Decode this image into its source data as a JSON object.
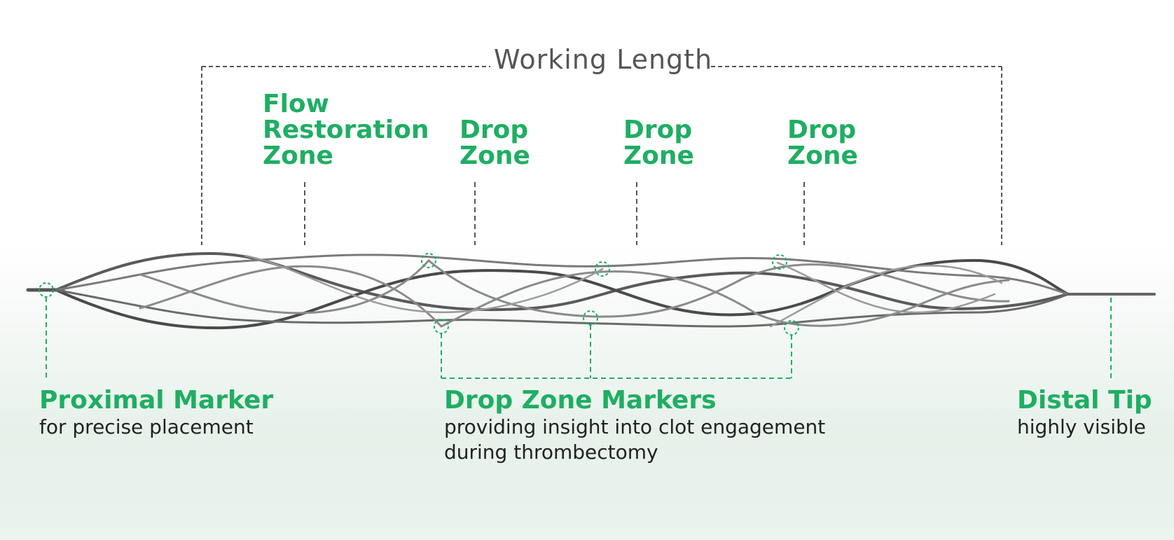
{
  "diagram": {
    "working_length": "Working  Length",
    "zones": {
      "flow_restoration": [
        "Flow",
        "Restoration",
        "Zone"
      ],
      "drop_1": [
        "Drop",
        "Zone"
      ],
      "drop_2": [
        "Drop",
        "Zone"
      ],
      "drop_3": [
        "Drop",
        "Zone"
      ]
    },
    "proximal": {
      "title": "Proximal Marker",
      "desc": "for precise placement"
    },
    "drop_markers": {
      "title": "Drop Zone Markers",
      "desc": [
        "providing insight into clot engagement",
        "during thrombectomy"
      ]
    },
    "distal": {
      "title": "Distal Tip",
      "desc": "highly visible"
    },
    "colors": {
      "accent": "#1fae63",
      "wire": "#555555",
      "bracket": "#555555"
    }
  }
}
